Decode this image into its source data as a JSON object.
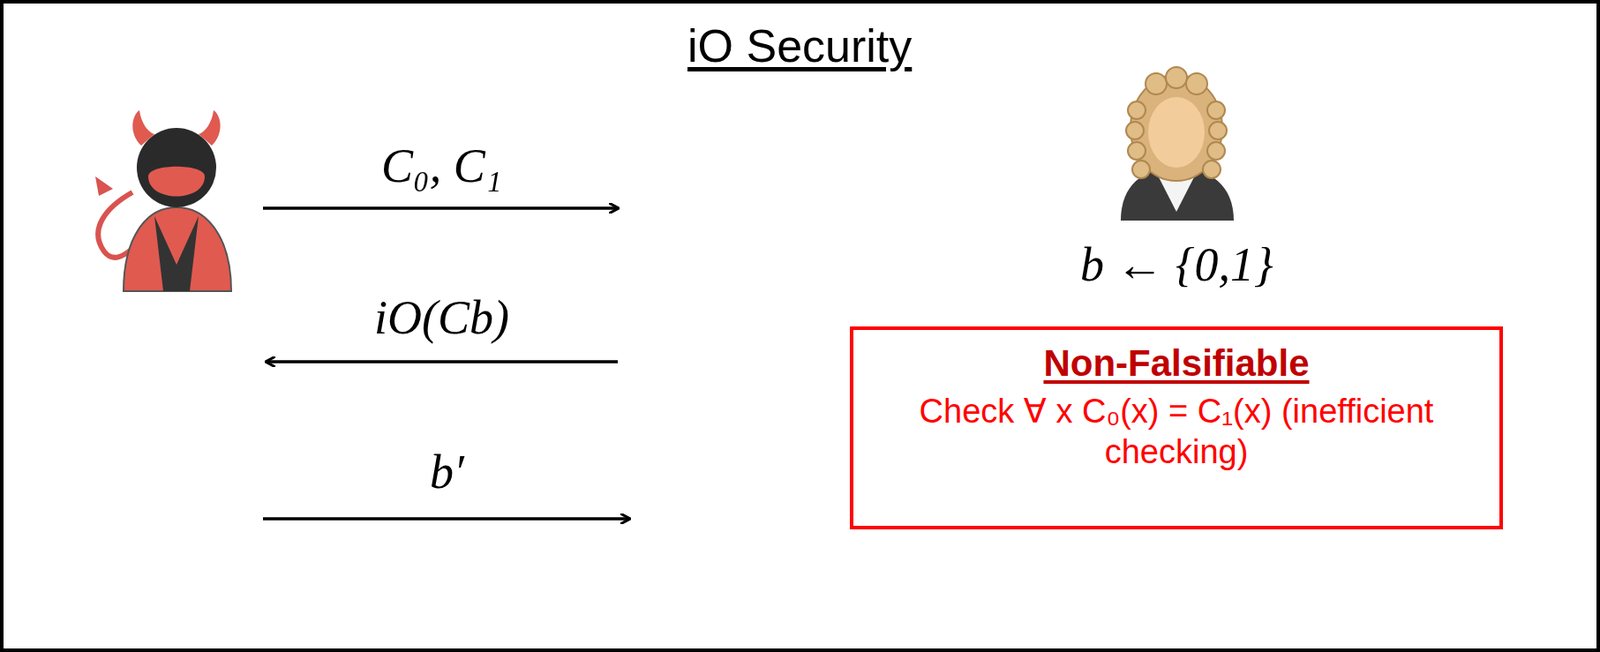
{
  "diagram": {
    "title": "iO Security",
    "nodes": [
      {
        "text": [
          "Non-Falsifiable",
          "Check ∀ x C₀(x) = C₁(x) (inefficient checking)"
        ]
      }
    ],
    "labels": [
      "C₀, C₁",
      "iO(Cb)",
      "b′",
      "b ← {0,1}"
    ]
  }
}
